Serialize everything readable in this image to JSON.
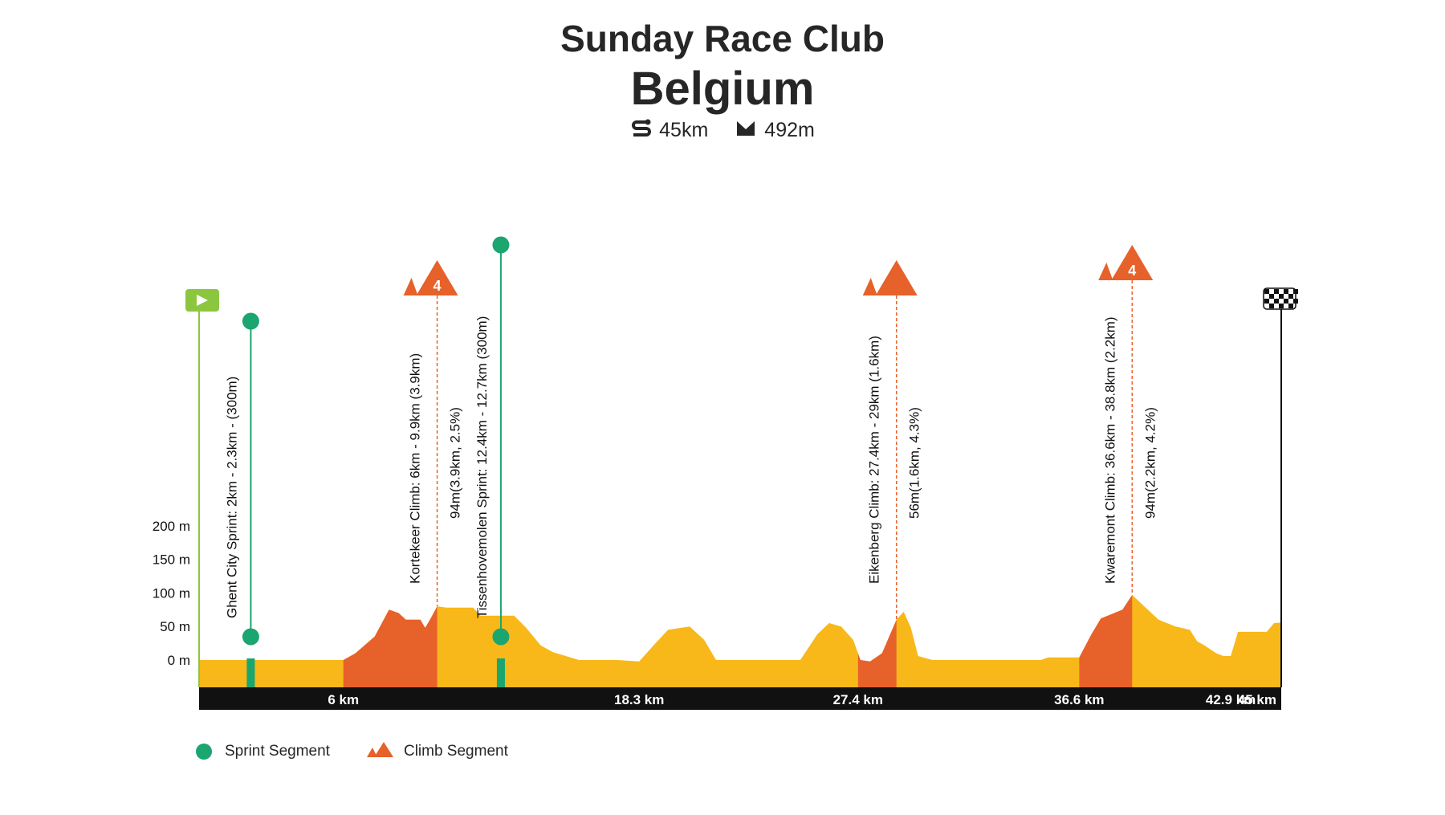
{
  "header": {
    "club": "Sunday Race Club",
    "route": "Belgium",
    "distance": "45km",
    "elevation": "492m"
  },
  "colors": {
    "terrain": "#f8b81a",
    "climb": "#e7612a",
    "sprint": "#1ba56f",
    "start": "#8cc63f",
    "axis": "#111111"
  },
  "icons": {
    "distance": "route-icon",
    "elevation": "mountain-icon",
    "start": "play-flag-icon",
    "finish": "checkered-flag-icon"
  },
  "legend": {
    "sprint": "Sprint Segment",
    "climb": "Climb Segment"
  },
  "chart_data": {
    "type": "area",
    "x_unit": "km",
    "y_unit": "m",
    "xlim": [
      0,
      45
    ],
    "ylim": [
      -40,
      200
    ],
    "y_ticks": [
      {
        "value": 0,
        "label": "0 m"
      },
      {
        "value": 50,
        "label": "50 m"
      },
      {
        "value": 100,
        "label": "100 m"
      },
      {
        "value": 150,
        "label": "150 m"
      },
      {
        "value": 200,
        "label": "200 m"
      }
    ],
    "x_ticks": [
      {
        "value": 6,
        "label": "6 km"
      },
      {
        "value": 18.3,
        "label": "18.3 km"
      },
      {
        "value": 27.4,
        "label": "27.4 km"
      },
      {
        "value": 36.6,
        "label": "36.6 km"
      },
      {
        "value": 42.9,
        "label": "42.9 km"
      },
      {
        "value": 45,
        "label": "45 km"
      }
    ],
    "profile": [
      [
        0,
        0
      ],
      [
        2,
        0
      ],
      [
        4,
        0
      ],
      [
        6,
        0
      ],
      [
        6.5,
        10
      ],
      [
        7.3,
        35
      ],
      [
        7.9,
        75
      ],
      [
        8.3,
        70
      ],
      [
        8.6,
        60
      ],
      [
        9.2,
        60
      ],
      [
        9.4,
        48
      ],
      [
        9.6,
        60
      ],
      [
        9.9,
        80
      ],
      [
        10.3,
        78
      ],
      [
        11.4,
        78
      ],
      [
        11.7,
        66
      ],
      [
        13.1,
        66
      ],
      [
        13.6,
        48
      ],
      [
        14.2,
        22
      ],
      [
        14.7,
        12
      ],
      [
        15.8,
        0
      ],
      [
        17.4,
        0
      ],
      [
        18.3,
        -2
      ],
      [
        18.9,
        22
      ],
      [
        19.5,
        45
      ],
      [
        20.4,
        50
      ],
      [
        21.0,
        30
      ],
      [
        21.5,
        0
      ],
      [
        24.0,
        0
      ],
      [
        25.0,
        0
      ],
      [
        25.7,
        38
      ],
      [
        26.2,
        55
      ],
      [
        26.7,
        50
      ],
      [
        27.2,
        30
      ],
      [
        27.5,
        0
      ],
      [
        27.9,
        -2
      ],
      [
        28.4,
        10
      ],
      [
        29.0,
        60
      ],
      [
        29.3,
        72
      ],
      [
        29.6,
        48
      ],
      [
        29.9,
        6
      ],
      [
        30.5,
        0
      ],
      [
        35.0,
        0
      ],
      [
        35.3,
        4
      ],
      [
        36.6,
        4
      ],
      [
        37.1,
        38
      ],
      [
        37.5,
        62
      ],
      [
        38.4,
        75
      ],
      [
        38.8,
        97
      ],
      [
        39.3,
        80
      ],
      [
        39.9,
        60
      ],
      [
        40.6,
        50
      ],
      [
        41.2,
        45
      ],
      [
        41.5,
        28
      ],
      [
        41.8,
        22
      ],
      [
        42.3,
        10
      ],
      [
        42.6,
        6
      ],
      [
        42.9,
        6
      ],
      [
        43.2,
        42
      ],
      [
        44.4,
        42
      ],
      [
        44.7,
        55
      ],
      [
        45.0,
        56
      ]
    ],
    "climbs": [
      {
        "name": "Kortekeer Climb",
        "start": 6,
        "end": 9.9,
        "label": "Kortekeer Climb: 6km - 9.9km (3.9km)",
        "stats": "94m(3.9km, 2.5%)",
        "category": "4"
      },
      {
        "name": "Eikenberg Climb",
        "start": 27.4,
        "end": 29,
        "label": "Eikenberg Climb: 27.4km - 29km (1.6km)",
        "stats": "56m(1.6km, 4.3%)",
        "category": ""
      },
      {
        "name": "Kwaremont Climb",
        "start": 36.6,
        "end": 38.8,
        "label": "Kwaremont Climb: 36.6km - 38.8km (2.2km)",
        "stats": "94m(2.2km, 4.2%)",
        "category": "4"
      }
    ],
    "sprints": [
      {
        "name": "Ghent City Sprint",
        "start": 2,
        "end": 2.3,
        "label": "Ghent City Sprint: 2km - 2.3km - (300m)"
      },
      {
        "name": "Tissenhovemolen Sprint",
        "start": 12.4,
        "end": 12.7,
        "label": "Tissenhovemolen Sprint: 12.4km - 12.7km (300m)"
      }
    ],
    "grid": false,
    "legend_position": "bottom-left"
  }
}
